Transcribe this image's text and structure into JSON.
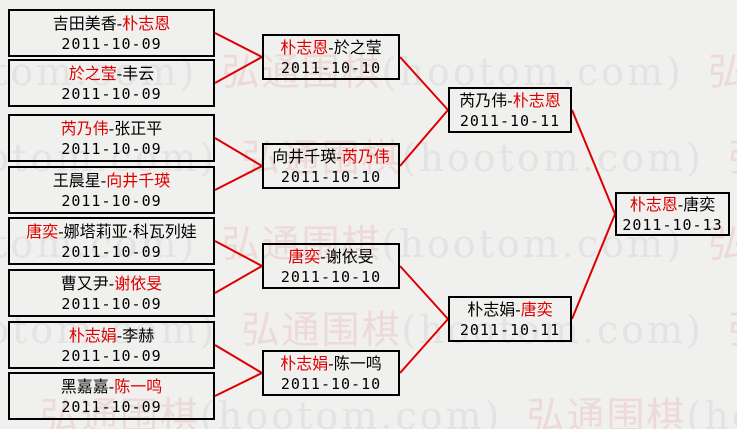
{
  "colors": {
    "red": "#dd0000",
    "black": "#000000",
    "background": "#f0f0ee",
    "border": "#000000",
    "watermark_gray": "#e3e3e3",
    "watermark_pink": "#eed9d9"
  },
  "separator": "-",
  "watermark": {
    "cjk": "弘通围棋",
    "latin": "(hootom.com)",
    "cjk_color": "#eed9d9",
    "latin_color": "#e3e3e3"
  },
  "bracket": {
    "round1": [
      {
        "players": [
          {
            "name": "吉田美香",
            "color": "#000000"
          },
          {
            "name": "朴志恩",
            "color": "#dd0000"
          }
        ],
        "date": "2011-10-09"
      },
      {
        "players": [
          {
            "name": "於之莹",
            "color": "#dd0000"
          },
          {
            "name": "丰云",
            "color": "#000000"
          }
        ],
        "date": "2011-10-09"
      },
      {
        "players": [
          {
            "name": "芮乃伟",
            "color": "#dd0000"
          },
          {
            "name": "张正平",
            "color": "#000000"
          }
        ],
        "date": "2011-10-09"
      },
      {
        "players": [
          {
            "name": "王晨星",
            "color": "#000000"
          },
          {
            "name": "向井千瑛",
            "color": "#dd0000"
          }
        ],
        "date": "2011-10-09"
      },
      {
        "players": [
          {
            "name": "唐奕",
            "color": "#dd0000"
          },
          {
            "name": "娜塔莉亚·科瓦列娃",
            "color": "#000000"
          }
        ],
        "date": "2011-10-09"
      },
      {
        "players": [
          {
            "name": "曹又尹",
            "color": "#000000"
          },
          {
            "name": "谢依旻",
            "color": "#dd0000"
          }
        ],
        "date": "2011-10-09"
      },
      {
        "players": [
          {
            "name": "朴志娟",
            "color": "#dd0000"
          },
          {
            "name": "李赫",
            "color": "#000000"
          }
        ],
        "date": "2011-10-09"
      },
      {
        "players": [
          {
            "name": "黑嘉嘉",
            "color": "#000000"
          },
          {
            "name": "陈一鸣",
            "color": "#dd0000"
          }
        ],
        "date": "2011-10-09"
      }
    ],
    "round2": [
      {
        "players": [
          {
            "name": "朴志恩",
            "color": "#dd0000"
          },
          {
            "name": "於之莹",
            "color": "#000000"
          }
        ],
        "date": "2011-10-10"
      },
      {
        "players": [
          {
            "name": "向井千瑛",
            "color": "#000000"
          },
          {
            "name": "芮乃伟",
            "color": "#dd0000"
          }
        ],
        "date": "2011-10-10"
      },
      {
        "players": [
          {
            "name": "唐奕",
            "color": "#dd0000"
          },
          {
            "name": "谢依旻",
            "color": "#000000"
          }
        ],
        "date": "2011-10-10"
      },
      {
        "players": [
          {
            "name": "朴志娟",
            "color": "#dd0000"
          },
          {
            "name": "陈一鸣",
            "color": "#000000"
          }
        ],
        "date": "2011-10-10"
      }
    ],
    "semifinals": [
      {
        "players": [
          {
            "name": "芮乃伟",
            "color": "#000000"
          },
          {
            "name": "朴志恩",
            "color": "#dd0000"
          }
        ],
        "date": "2011-10-11"
      },
      {
        "players": [
          {
            "name": "朴志娟",
            "color": "#000000"
          },
          {
            "name": "唐奕",
            "color": "#dd0000"
          }
        ],
        "date": "2011-10-11"
      }
    ],
    "final": [
      {
        "players": [
          {
            "name": "朴志恩",
            "color": "#dd0000"
          },
          {
            "name": "唐奕",
            "color": "#000000"
          }
        ],
        "date": "2011-10-13"
      }
    ]
  }
}
